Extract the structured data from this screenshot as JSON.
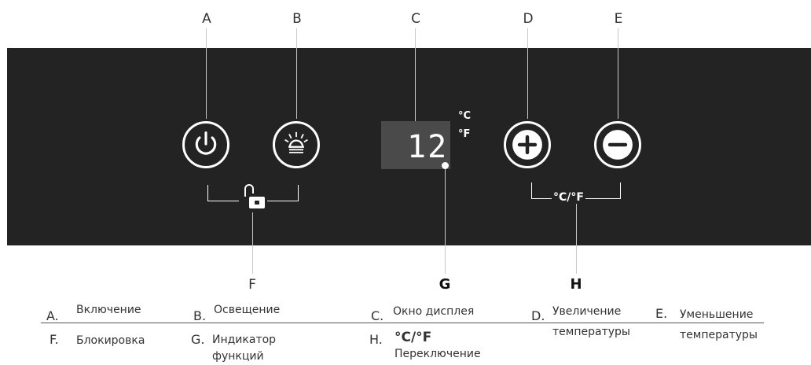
{
  "callouts": {
    "a": "A",
    "b": "B",
    "c": "C",
    "d": "D",
    "e": "E",
    "f": "F",
    "g": "G",
    "h": "H"
  },
  "panel": {
    "display_value": "12",
    "unit_c": "°C",
    "unit_f": "°F",
    "bracket_label": "°C/°F"
  },
  "icons": {
    "power": "power-icon",
    "light": "light-icon",
    "plus": "plus-icon",
    "minus": "minus-icon",
    "lock": "lock-icon",
    "indicator": "indicator-dot-icon"
  },
  "legend": {
    "a": {
      "letter": "A.",
      "text": "Включение"
    },
    "b": {
      "letter": "B.",
      "text": "Освещение"
    },
    "c": {
      "letter": "C.",
      "text": "Окно дисплея"
    },
    "d": {
      "letter": "D.",
      "line1": "Увеличение",
      "line2": "температуры"
    },
    "e": {
      "letter": "E.",
      "line1": "Уменьшение",
      "line2": "температуры"
    },
    "f": {
      "letter": "F.",
      "text": "Блокировка"
    },
    "g": {
      "letter": "G.",
      "line1": "Индикатор",
      "line2": "функций"
    },
    "h": {
      "letter": "H.",
      "line1": "°C/°F",
      "line2": "Переключение"
    }
  },
  "colors": {
    "panel": "#232323",
    "display_bg": "#4a4a4a",
    "foreground": "#ffffff"
  }
}
